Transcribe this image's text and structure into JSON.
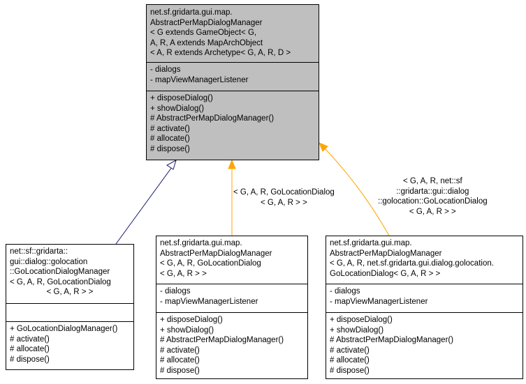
{
  "base": {
    "title": [
      "net.sf.gridarta.gui.map.",
      "AbstractPerMapDialogManager",
      "< G extends GameObject< G,",
      " A, R, A extends MapArchObject",
      "< A, R extends Archetype< G, A, R, D >"
    ],
    "attributes": [
      "- dialogs",
      "- mapViewManagerListener"
    ],
    "methods": [
      "+ disposeDialog()",
      "+ showDialog()",
      "# AbstractPerMapDialogManager()",
      "# activate()",
      "# allocate()",
      "# dispose()"
    ]
  },
  "go_location": {
    "title": [
      "net::sf::gridarta::",
      "gui::dialog::golocation",
      "::GoLocationDialogManager",
      "< G, A, R, GoLocationDialog",
      "< G, A, R > >"
    ],
    "attributes": [],
    "methods": [
      "+ GoLocationDialogManager()",
      "# activate()",
      "# allocate()",
      "# dispose()"
    ]
  },
  "mid": {
    "title": [
      "net.sf.gridarta.gui.map.",
      "AbstractPerMapDialogManager",
      "< G, A, R, GoLocationDialog",
      "< G, A, R > >"
    ],
    "attributes": [
      "- dialogs",
      "- mapViewManagerListener"
    ],
    "methods": [
      "+ disposeDialog()",
      "+ showDialog()",
      "# AbstractPerMapDialogManager()",
      "# activate()",
      "# allocate()",
      "# dispose()"
    ]
  },
  "right": {
    "title": [
      "net.sf.gridarta.gui.map.",
      "AbstractPerMapDialogManager",
      "< G, A, R, net.sf.gridarta.gui.dialog.golocation.",
      "GoLocationDialog< G, A, R > >"
    ],
    "attributes": [
      "- dialogs",
      "- mapViewManagerListener"
    ],
    "methods": [
      "+ disposeDialog()",
      "+ showDialog()",
      "# AbstractPerMapDialogManager()",
      "# activate()",
      "# allocate()",
      "# dispose()"
    ]
  },
  "edge_labels": {
    "mid": [
      "< G, A, R, GoLocationDialog",
      "< G, A, R > >"
    ],
    "right": [
      "< G, A, R, net::sf",
      "::gridarta::gui::dialog",
      "::golocation::GoLocationDialog",
      "< G, A, R > >"
    ]
  },
  "colors": {
    "base_fill": "#bfbfbf",
    "inherit_edge": "#191970",
    "template_edge": "#ffa500"
  }
}
